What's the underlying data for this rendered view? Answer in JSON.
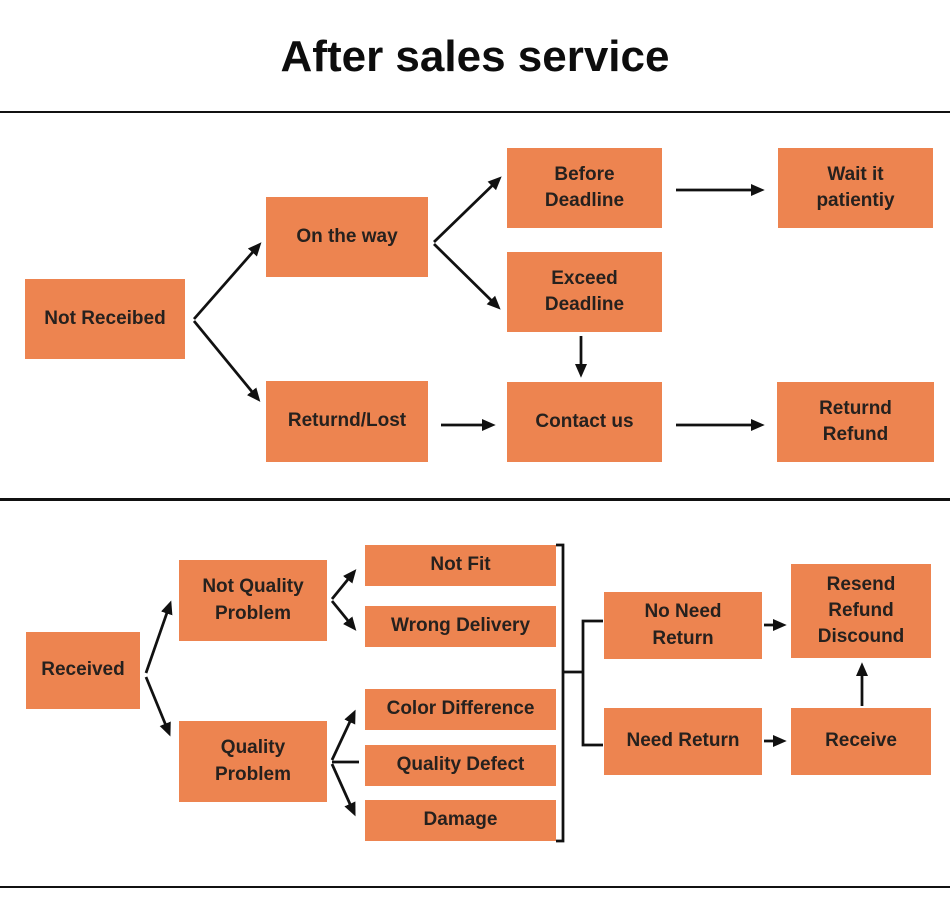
{
  "title": "After sales service",
  "colors": {
    "accent": "#ED8450",
    "line": "#111111",
    "text": "#26211E",
    "background": "#FFFFFF"
  },
  "flow_top": {
    "not_received": "Not Receibed",
    "on_the_way": "On the way",
    "before_deadline": "Before\nDeadline",
    "wait_it_patiently": "Wait it\npatientiy",
    "exceed_deadline": "Exceed\nDeadline",
    "returned_lost": "Returnd/Lost",
    "contact_us": "Contact us",
    "returned_refund": "Returnd\nRefund"
  },
  "flow_bottom": {
    "received": "Received",
    "not_quality_problem": "Not Quality\nProblem",
    "quality_problem": "Quality\nProblem",
    "not_fit": "Not Fit",
    "wrong_delivery": "Wrong Delivery",
    "color_difference": "Color Difference",
    "quality_defect": "Quality Defect",
    "damage": "Damage",
    "no_need_return": "No Need\nReturn",
    "need_return": "Need Return",
    "resend_refund_discount": "Resend\nRefund\nDiscound",
    "receive": "Receive"
  }
}
